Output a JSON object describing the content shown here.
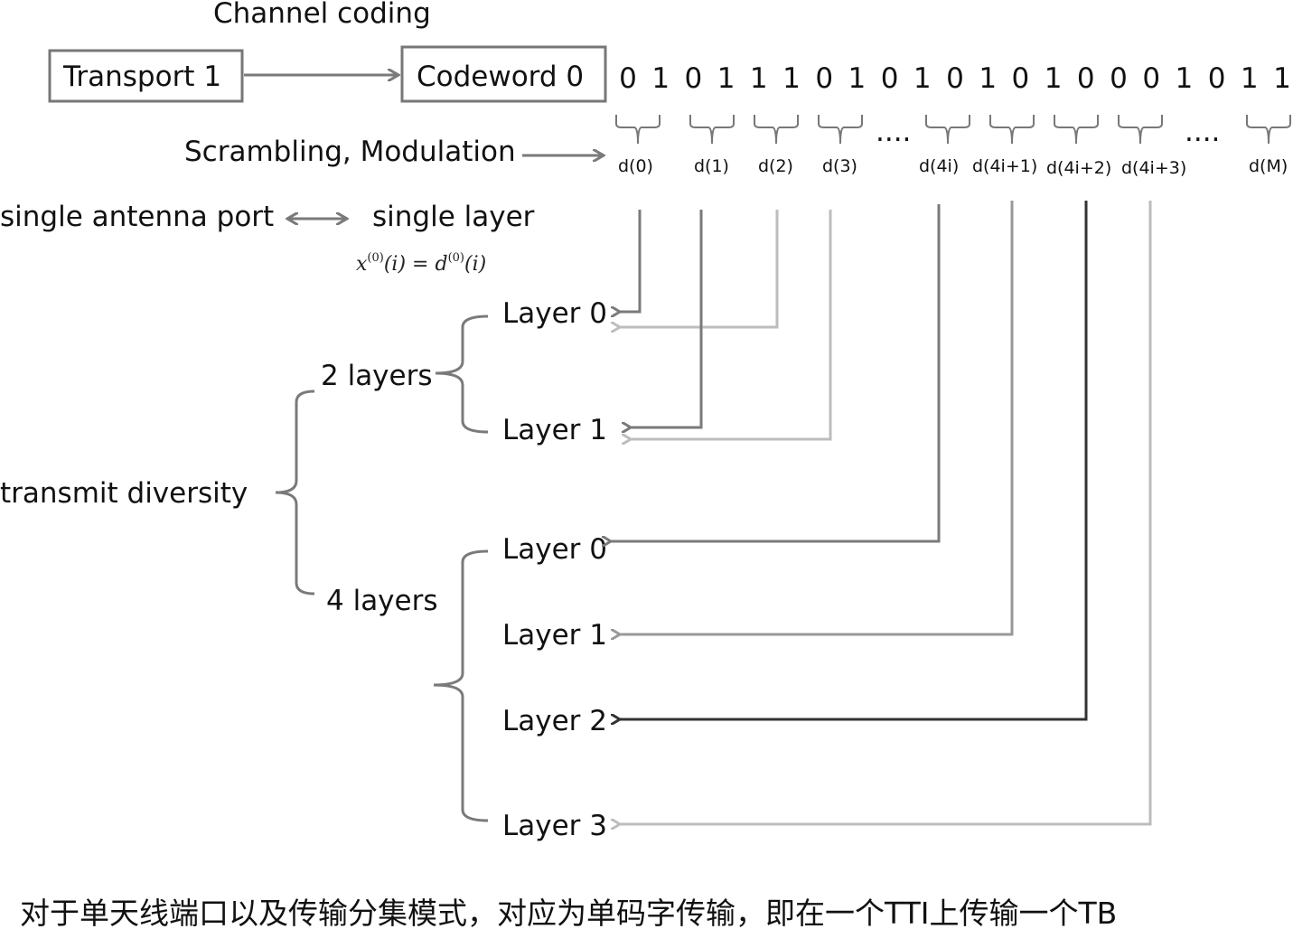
{
  "channel_coding_label": "Channel coding",
  "transport_block": "Transport 1",
  "codeword": "Codeword 0",
  "bits": [
    "0",
    "1",
    "0",
    "1",
    "1",
    "1",
    "0",
    "1",
    "0",
    "1",
    "0",
    "1",
    "0",
    "1",
    "0",
    "0",
    "0",
    "1",
    "0",
    "1",
    "1"
  ],
  "scrambling_label": "Scrambling, Modulation",
  "symbols": [
    "d(0)",
    "d(1)",
    "d(2)",
    "d(3)",
    "d(4i)",
    "d(4i+1)",
    "d(4i+2)",
    "d(4i+3)",
    "d(M)"
  ],
  "ellipsis": "....",
  "single_antenna_port": "single antenna port",
  "single_layer": "single layer",
  "formula": {
    "x": "x",
    "x_sup": "(0)",
    "x_arg": "(i) = ",
    "d": "d",
    "d_sup": "(0)",
    "d_arg": "(i)"
  },
  "transmit_diversity": "transmit diversity",
  "two_layers": "2 layers",
  "four_layers": "4 layers",
  "layers_2": [
    "Layer 0",
    "Layer 1"
  ],
  "layers_4": [
    "Layer 0",
    "Layer 1",
    "Layer 2",
    "Layer 3"
  ],
  "caption": "对于单天线端口以及传输分集模式，对应为单码字传输，即在一个TTI上传输一个TB",
  "colors": {
    "box_border": "#777777",
    "arrow_mid": "#7a7a7a",
    "arrow_light": "#bdbdbd",
    "arrow_gray": "#999999",
    "arrow_dark": "#333333"
  }
}
